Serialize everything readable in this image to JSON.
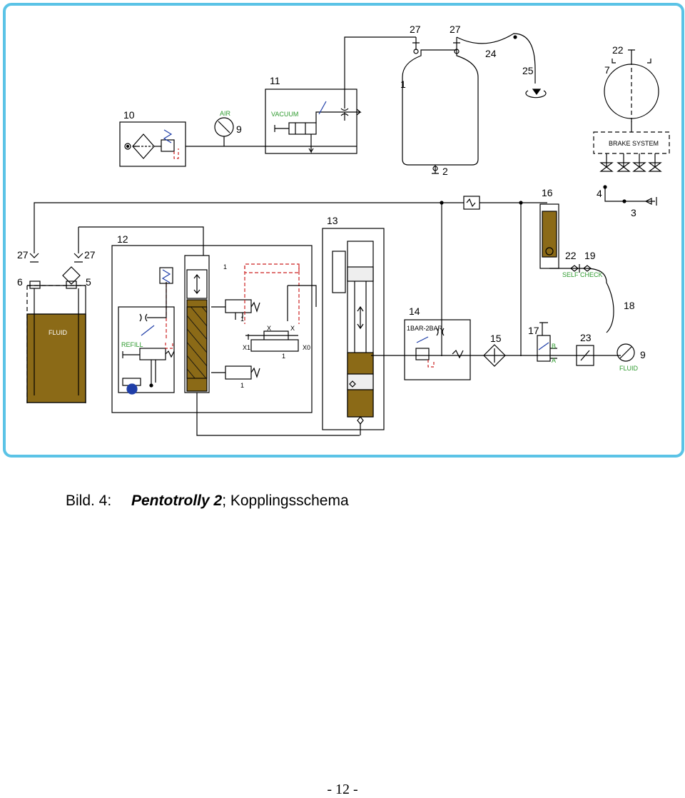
{
  "colors": {
    "frame": "#5bc3e6",
    "fluid": "#8b6a17",
    "green_label": "#2e9a2e",
    "red_dashed": "#cc2222",
    "spring_blue": "#1f3ea8"
  },
  "labels": {
    "n27a": "27",
    "n27b": "27",
    "n27c": "27",
    "n27d": "27",
    "n24": "24",
    "n25": "25",
    "n1": "1",
    "n11": "11",
    "n10": "10",
    "n9a": "9",
    "n9b": "9",
    "air": "AIR",
    "vacuum": "VACUUM",
    "n2": "2",
    "n22a": "22",
    "n22b": "22",
    "n7": "7",
    "brake_system": "BRAKE SYSTEM",
    "n16": "16",
    "n4": "4",
    "n3": "3",
    "n13": "13",
    "n12": "12",
    "n6": "6",
    "n5": "5",
    "n19": "19",
    "self_check": "SELF CHECK",
    "fluid_tank": "FLUID",
    "refill": "REFILL",
    "n18": "18",
    "n14": "14",
    "bar": "1BAR-2BAR",
    "n15": "15",
    "n17": "17",
    "b": "B",
    "a": "A",
    "n23": "23",
    "fluid_gauge": "FLUID",
    "x": "X",
    "xbar": "X",
    "x1": "X1",
    "x0": "X0",
    "v1a": "1",
    "v1b": "1",
    "v1c": "1",
    "v1d": "1"
  },
  "caption": {
    "prefix": "Bild. 4:",
    "title": "Pentotrolly 2",
    "rest": "; Kopplingsschema"
  },
  "footer": {
    "page": "- 12 -"
  }
}
